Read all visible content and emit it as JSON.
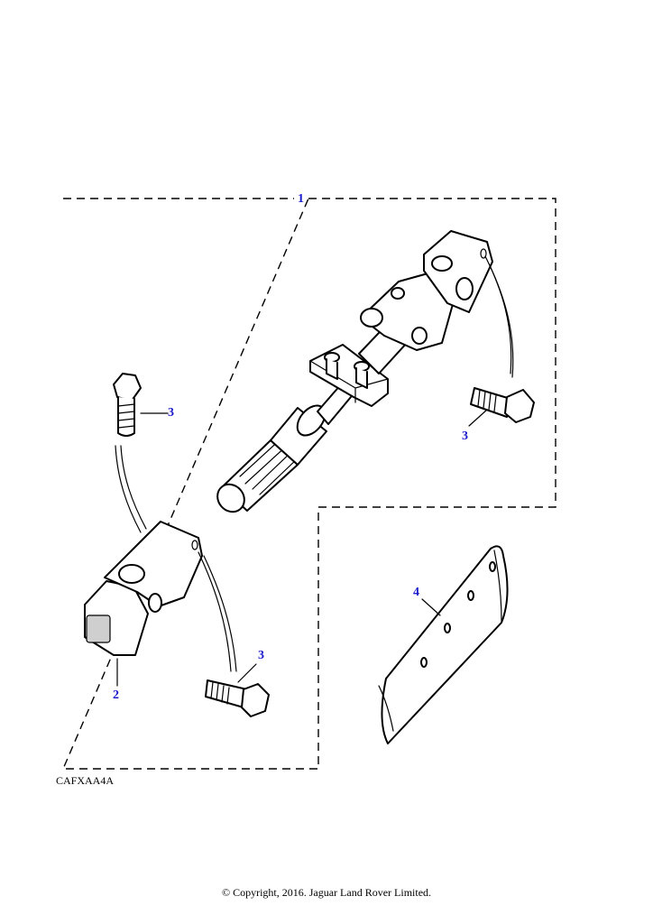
{
  "colors": {
    "callout": "#1a1acc",
    "line": "#000000",
    "background": "#ffffff"
  },
  "callouts": {
    "assembly": "1",
    "lower_joint": "2",
    "bolt_upper_left": "3",
    "bolt_upper_right": "3",
    "bolt_lower": "3",
    "boot": "4"
  },
  "illustration_code": "CAFXAA4A",
  "copyright": "© Copyright, 2016. Jaguar Land Rover Limited."
}
